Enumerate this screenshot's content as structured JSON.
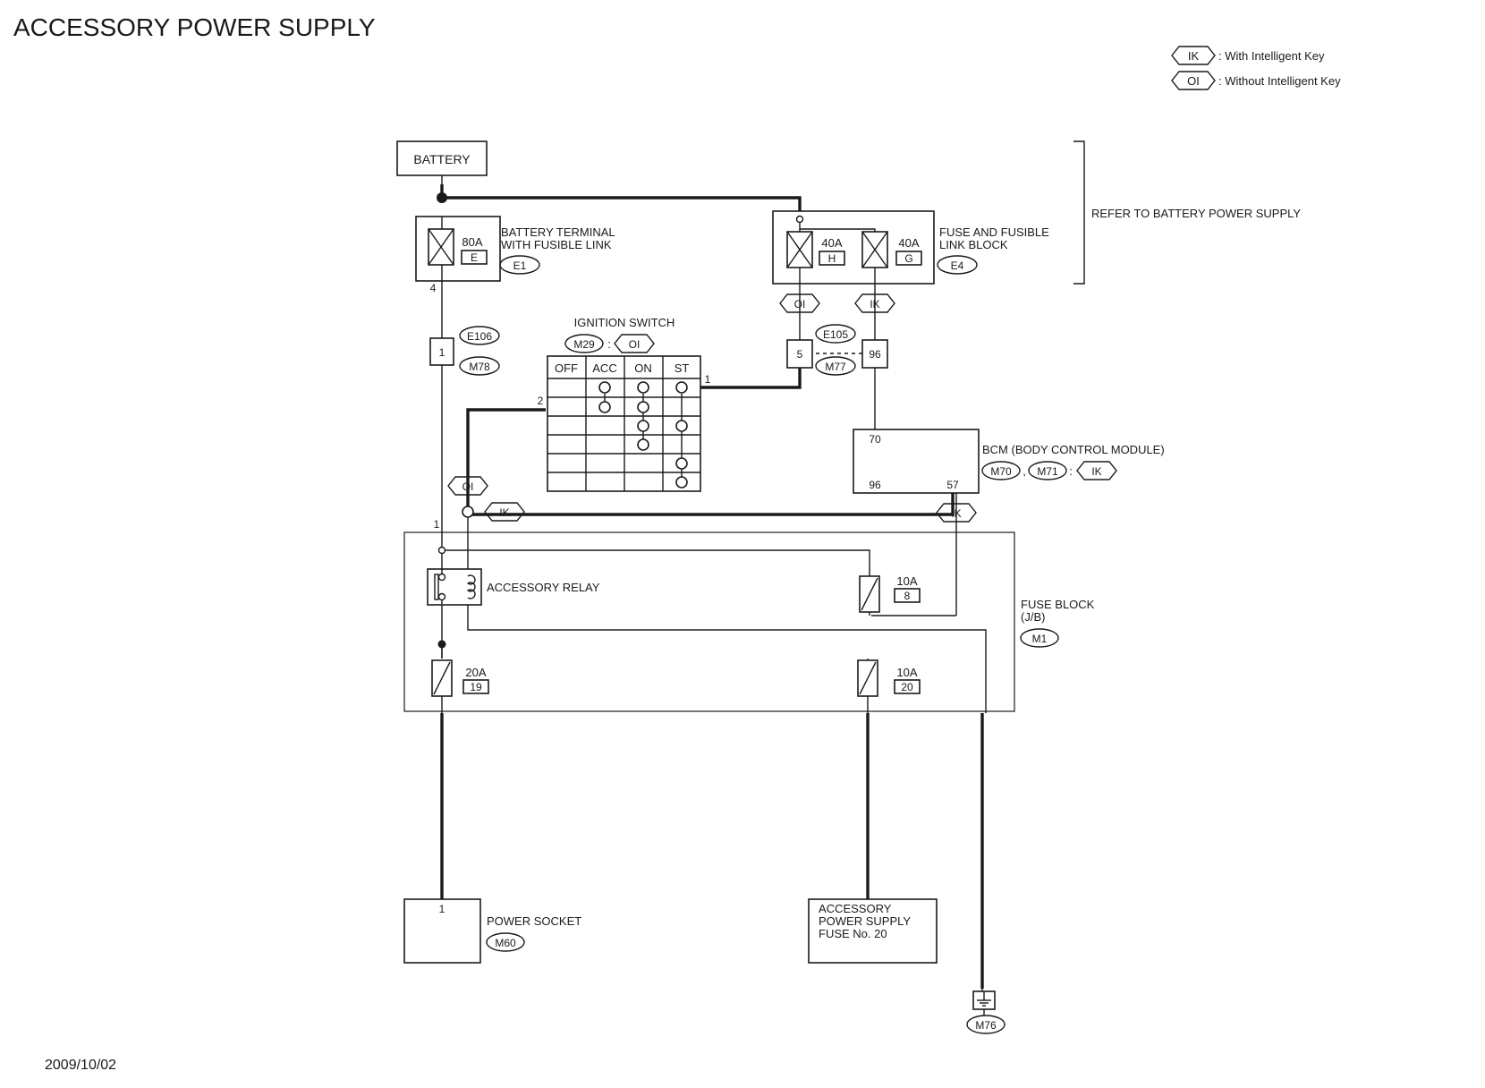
{
  "title": "ACCESSORY POWER SUPPLY",
  "date": "2009/10/02",
  "legend": {
    "ik_tag": "IK",
    "ik_text": ": With Intelligent Key",
    "oi_tag": "OI",
    "oi_text": ": Without Intelligent Key"
  },
  "battery": {
    "label": "BATTERY"
  },
  "refer_note": "REFER TO BATTERY POWER SUPPLY",
  "battery_terminal": {
    "line1": "BATTERY TERMINAL",
    "line2": "WITH FUSIBLE LINK",
    "amp": "80A",
    "id": "E",
    "connector": "E1",
    "pin_out": "4"
  },
  "fuse_link_block": {
    "line1": "FUSE AND FUSIBLE",
    "line2": "LINK BLOCK",
    "connector": "E4",
    "link_h": {
      "amp": "40A",
      "id": "H"
    },
    "link_g": {
      "amp": "40A",
      "id": "G"
    },
    "tag_left": "OI",
    "tag_right": "IK"
  },
  "joint_e106": {
    "pin": "1",
    "conn_top": "E106",
    "conn_bottom": "M78"
  },
  "joint_e105": {
    "pin_left": "5",
    "pin_right": "96",
    "conn_top": "E105",
    "conn_bottom": "M77"
  },
  "ignition_switch": {
    "label": "IGNITION SWITCH",
    "connector": "M29",
    "sep": ":",
    "tag": "OI",
    "columns": [
      "OFF",
      "ACC",
      "ON",
      "ST"
    ],
    "pin_left": "2",
    "pin_right": "1"
  },
  "bcm": {
    "label": "BCM (BODY CONTROL MODULE)",
    "conn1": "M70",
    "comma": ",",
    "conn2": "M71",
    "sep": ":",
    "tag": "IK",
    "pin_top": "70",
    "pin_bl": "96",
    "pin_br": "57"
  },
  "wire_tags": {
    "oi": "OI",
    "ik_a": "IK",
    "ik_b": "IK"
  },
  "fuse_block": {
    "line1": "FUSE BLOCK",
    "line2": "(J/B)",
    "connector": "M1",
    "pin_in": "1",
    "relay_label": "ACCESSORY RELAY",
    "fuse8": {
      "amp": "10A",
      "id": "8"
    },
    "fuse19": {
      "amp": "20A",
      "id": "19"
    },
    "fuse20": {
      "amp": "10A",
      "id": "20"
    }
  },
  "power_socket": {
    "label": "POWER SOCKET",
    "connector": "M60",
    "pin": "1"
  },
  "acc_supply": {
    "line1": "ACCESSORY",
    "line2": "POWER SUPPLY",
    "line3": "FUSE No. 20"
  },
  "ground": {
    "connector": "M76"
  }
}
